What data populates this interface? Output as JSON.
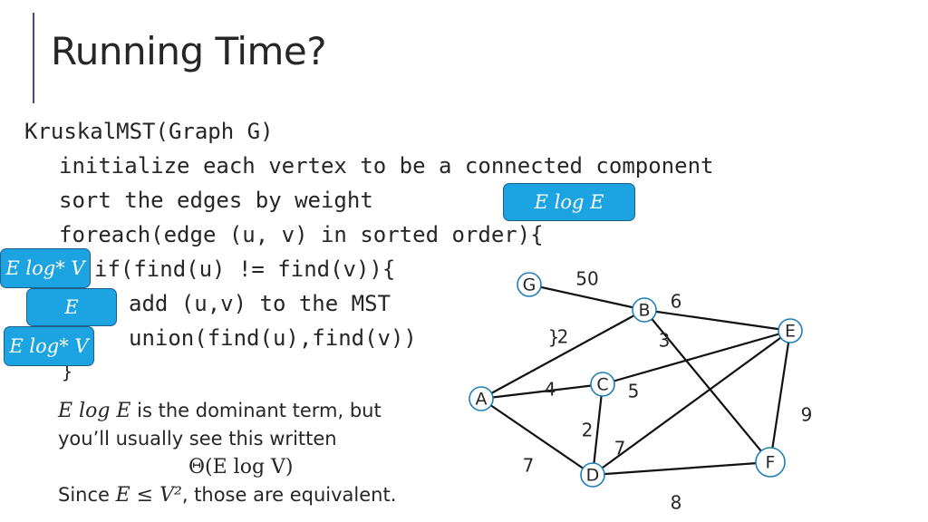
{
  "slide": {
    "title": "Running Time?"
  },
  "code": {
    "line1": "KruskalMST(Graph G)",
    "line2": "initialize each vertex to be a connected component",
    "line3": "sort the edges by weight",
    "line4": "foreach(edge (u, v) in sorted order){",
    "line5": "if(find(u) != find(v)){",
    "line6": "add (u,v) to the MST",
    "line7": "union(find(u),find(v))",
    "inner_close": "}",
    "outer_close": "}"
  },
  "badges": {
    "sort": "E log E",
    "find": "E log* V",
    "add": "E",
    "union": "E log* V"
  },
  "notes": {
    "line1_math": "E log E",
    "line1_text": " is the dominant term, but",
    "line2": "you’ll usually see this written",
    "line3_math": "Θ(E log V)",
    "line4_pre": "Since ",
    "line4_math": "E ≤ V²",
    "line4_post": ", those are equivalent."
  },
  "graph": {
    "nodes": [
      {
        "id": "G",
        "label": "G"
      },
      {
        "id": "B",
        "label": "B"
      },
      {
        "id": "E",
        "label": "E"
      },
      {
        "id": "C",
        "label": "C"
      },
      {
        "id": "A",
        "label": "A"
      },
      {
        "id": "F",
        "label": "F"
      },
      {
        "id": "D",
        "label": "D"
      }
    ],
    "edges": [
      {
        "from": "G",
        "to": "B",
        "weight": "50"
      },
      {
        "from": "B",
        "to": "E",
        "weight": "6"
      },
      {
        "from": "A",
        "to": "B",
        "weight": "2"
      },
      {
        "from": "B",
        "to": "F",
        "weight": "3"
      },
      {
        "from": "A",
        "to": "C",
        "weight": "4"
      },
      {
        "from": "C",
        "to": "E",
        "weight": "5"
      },
      {
        "from": "E",
        "to": "F",
        "weight": "9"
      },
      {
        "from": "C",
        "to": "D",
        "weight": "2"
      },
      {
        "from": "D",
        "to": "E",
        "weight": "7"
      },
      {
        "from": "A",
        "to": "D",
        "weight": "7"
      },
      {
        "from": "D",
        "to": "F",
        "weight": "8"
      }
    ]
  },
  "colors": {
    "badge_fill": "#1ca3e2",
    "badge_border": "#1d5f8a",
    "node_stroke": "#1f7fb5",
    "accent_bar": "#4b4a80"
  }
}
